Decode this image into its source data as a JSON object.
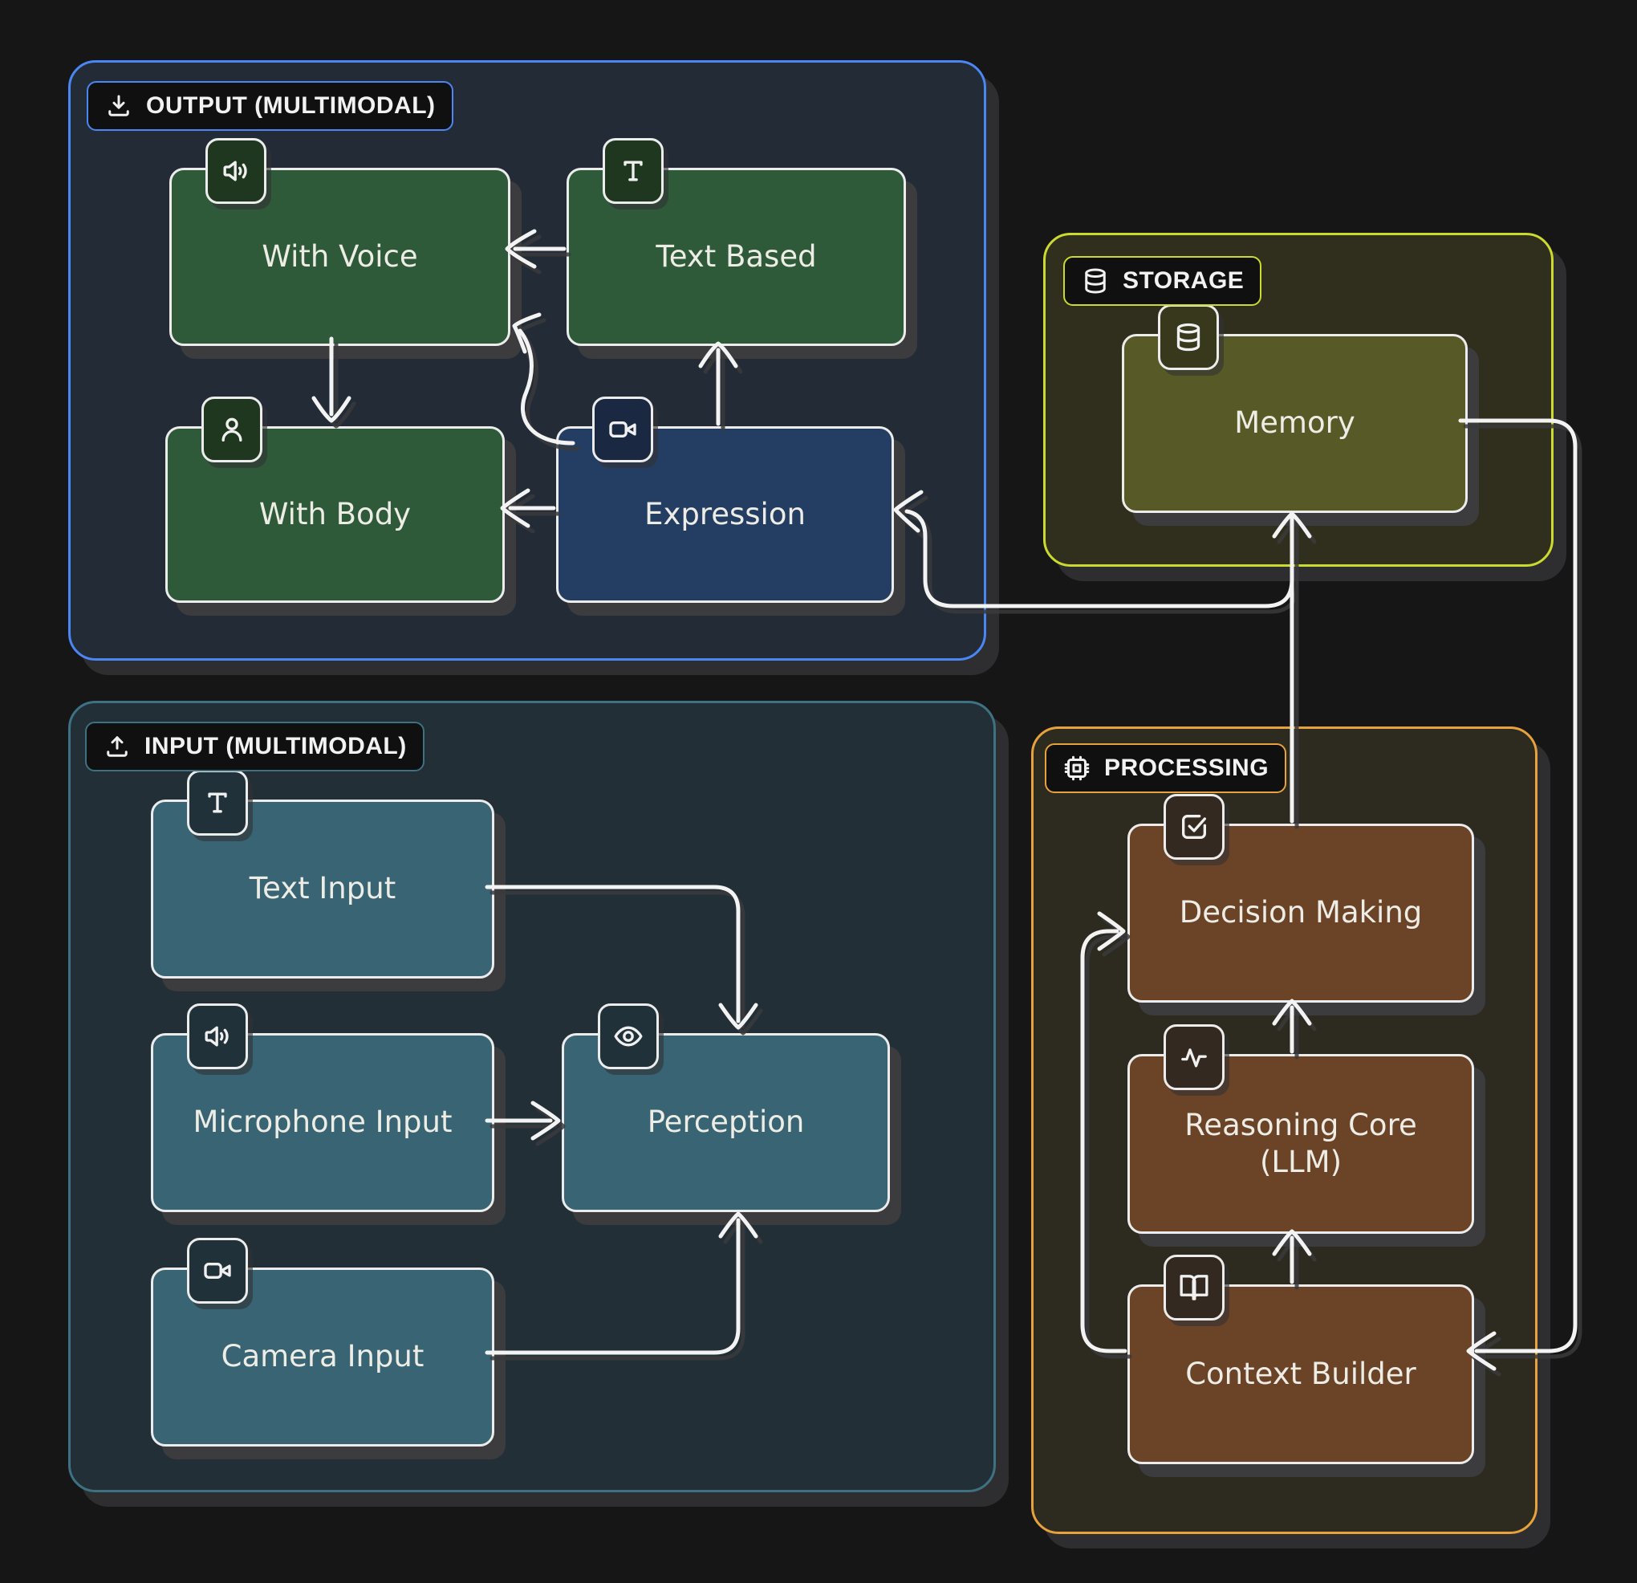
{
  "diagram": {
    "type": "architecture-flow-diagram",
    "background": "#161616",
    "line_color": "#f3f3f3",
    "node_text_color": "#edece5",
    "groups": [
      {
        "id": "output",
        "label": "OUTPUT (MULTIMODAL)",
        "icon": "download-icon",
        "border_color": "#4a86f4",
        "bg_color": "#232b37",
        "nodes": [
          {
            "id": "with-voice",
            "label": "With Voice",
            "icon": "speaker-icon",
            "bg": "#2e5a3a",
            "badge_bg": "#20371f"
          },
          {
            "id": "text-based",
            "label": "Text Based",
            "icon": "text-icon",
            "bg": "#2e5a3a",
            "badge_bg": "#20371f"
          },
          {
            "id": "with-body",
            "label": "With Body",
            "icon": "person-icon",
            "bg": "#2e5a3a",
            "badge_bg": "#20371f"
          },
          {
            "id": "expression",
            "label": "Expression",
            "icon": "video-camera-icon",
            "bg": "#243e63",
            "badge_bg": "#1a2842"
          }
        ]
      },
      {
        "id": "storage",
        "label": "STORAGE",
        "icon": "database-icon",
        "border_color": "#ccda2e",
        "bg_color": "#302f1e",
        "nodes": [
          {
            "id": "memory",
            "label": "Memory",
            "icon": "database-icon",
            "bg": "#575a26",
            "badge_bg": "#38381c"
          }
        ]
      },
      {
        "id": "input",
        "label": "INPUT (MULTIMODAL)",
        "icon": "upload-icon",
        "border_color": "#3e7183",
        "bg_color": "#222f37",
        "nodes": [
          {
            "id": "text-input",
            "label": "Text Input",
            "icon": "text-icon",
            "bg": "#386474",
            "badge_bg": "#203139"
          },
          {
            "id": "microphone-input",
            "label": "Microphone Input",
            "icon": "speaker-icon",
            "bg": "#386474",
            "badge_bg": "#203139"
          },
          {
            "id": "perception",
            "label": "Perception",
            "icon": "eye-icon",
            "bg": "#386474",
            "badge_bg": "#203139"
          },
          {
            "id": "camera-input",
            "label": "Camera Input",
            "icon": "video-camera-icon",
            "bg": "#386474",
            "badge_bg": "#203139"
          }
        ]
      },
      {
        "id": "processing",
        "label": "PROCESSING",
        "icon": "cpu-icon",
        "border_color": "#e8a23b",
        "bg_color": "#2d2a20",
        "nodes": [
          {
            "id": "decision-making",
            "label": "Decision Making",
            "icon": "checkbox-icon",
            "bg": "#6b4327",
            "badge_bg": "#342921"
          },
          {
            "id": "reasoning-core",
            "label": "Reasoning Core (LLM)",
            "icon": "pulse-icon",
            "bg": "#6b4327",
            "badge_bg": "#342921"
          },
          {
            "id": "context-builder",
            "label": "Context Builder",
            "icon": "book-icon",
            "bg": "#6b4327",
            "badge_bg": "#342921"
          }
        ]
      }
    ],
    "edges": [
      {
        "from": "text-based",
        "to": "with-voice"
      },
      {
        "from": "with-voice",
        "to": "with-body"
      },
      {
        "from": "expression",
        "to": "text-based"
      },
      {
        "from": "expression",
        "to": "with-body"
      },
      {
        "from": "expression",
        "to": "with-voice"
      },
      {
        "from": "text-input",
        "to": "perception"
      },
      {
        "from": "microphone-input",
        "to": "perception"
      },
      {
        "from": "camera-input",
        "to": "perception"
      },
      {
        "from": "reasoning-core",
        "to": "decision-making"
      },
      {
        "from": "context-builder",
        "to": "reasoning-core"
      },
      {
        "from": "context-builder",
        "to": "decision-making"
      },
      {
        "from": "decision-making",
        "to": "memory"
      },
      {
        "from": "decision-making",
        "to": "expression"
      },
      {
        "from": "memory",
        "to": "context-builder"
      }
    ]
  }
}
